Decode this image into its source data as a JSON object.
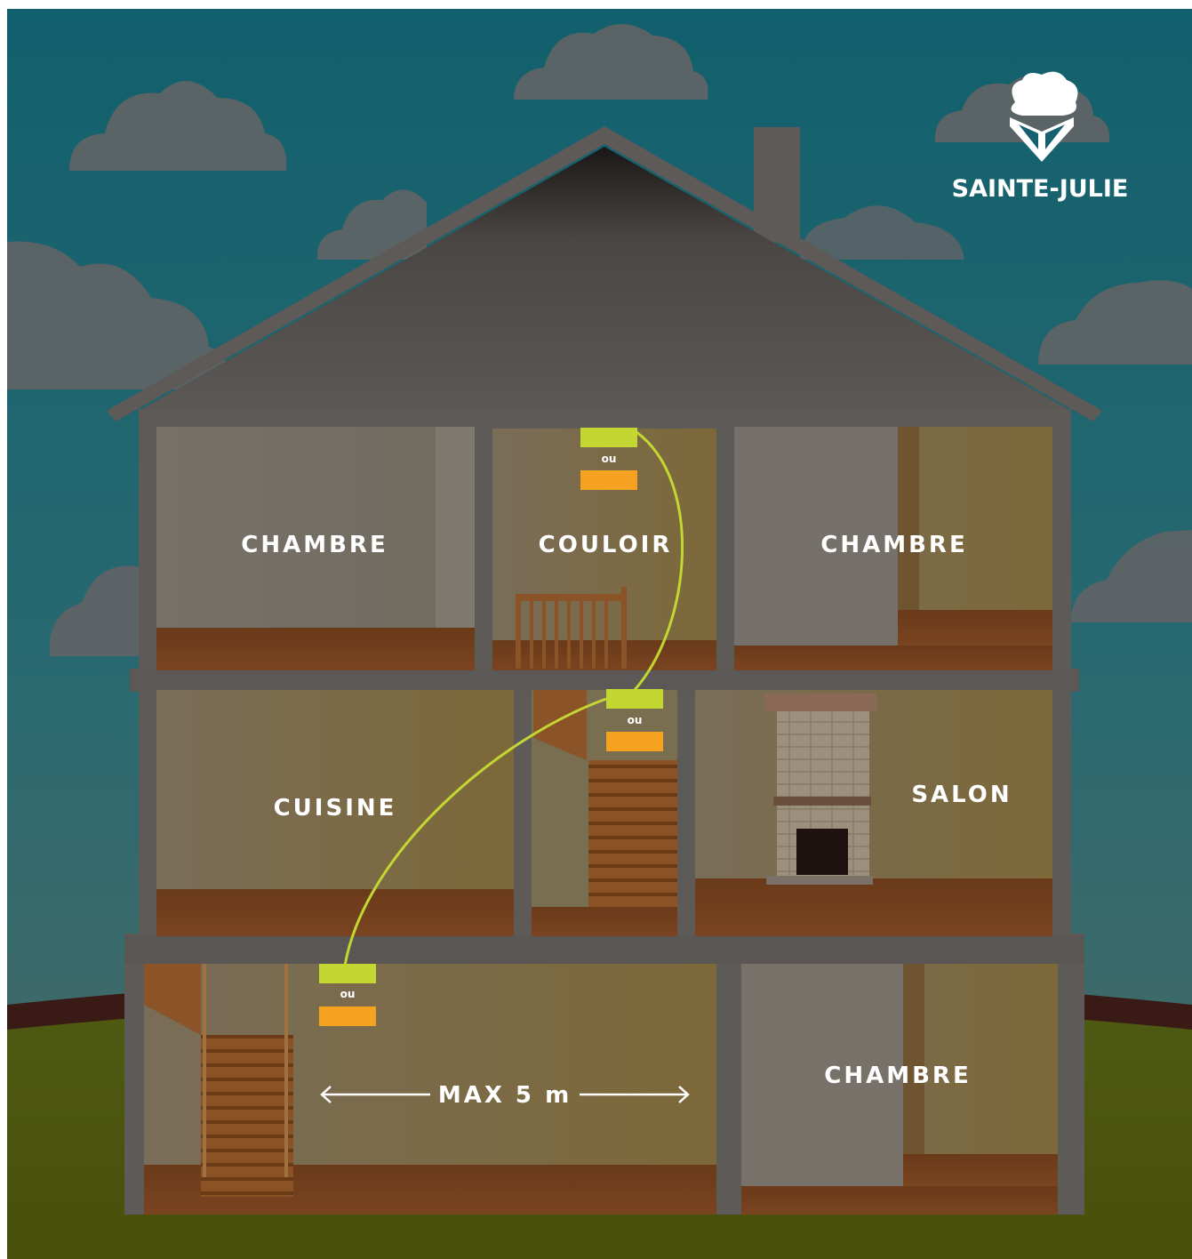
{
  "brand": {
    "name": "SAINTE-JULIE",
    "logo_icon": "tree-shield-logo"
  },
  "rooms": {
    "top_left": "CHAMBRE",
    "top_middle": "COULOIR",
    "top_right": "CHAMBRE",
    "middle_left": "CUISINE",
    "middle_right": "SALON",
    "bottom_right": "CHAMBRE"
  },
  "detectors": {
    "separator": "ou",
    "primary_color": "#c3d632",
    "alternate_color": "#f4a21f"
  },
  "measurement": {
    "label": "MAX 5 m"
  },
  "colors": {
    "sky": "#155f6e",
    "ground": "#4b520d",
    "house_frame": "#5e5a57",
    "connector_line": "#c3d632"
  }
}
